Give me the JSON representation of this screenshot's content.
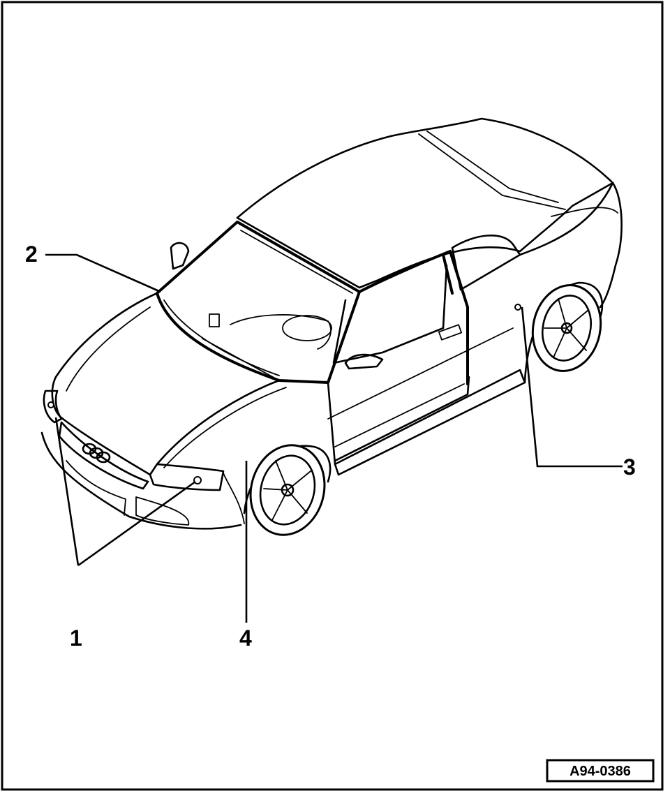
{
  "callouts": [
    {
      "id": "1",
      "label": "1"
    },
    {
      "id": "2",
      "label": "2"
    },
    {
      "id": "3",
      "label": "3"
    },
    {
      "id": "4",
      "label": "4"
    }
  ],
  "figure_ref": "A94-0386",
  "badge": "audi-rings"
}
